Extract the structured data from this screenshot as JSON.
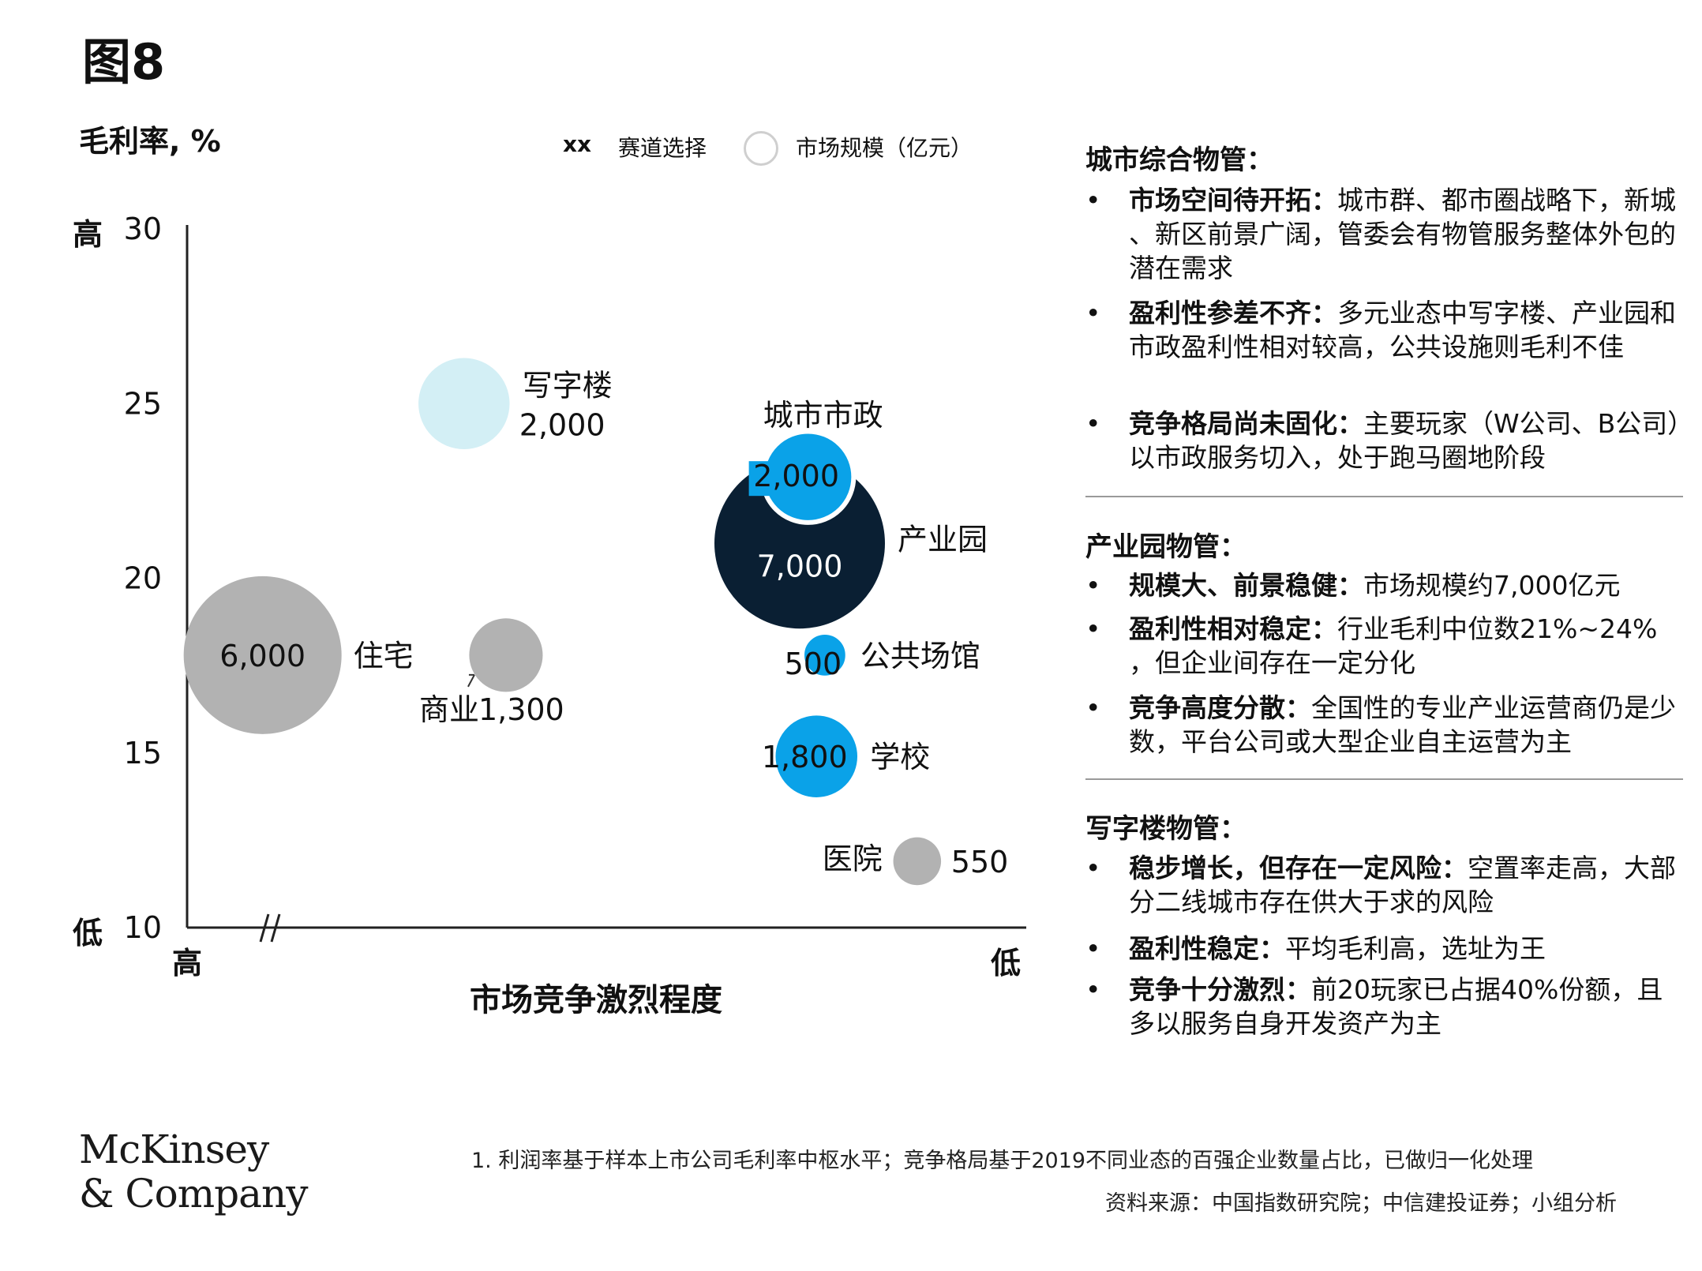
{
  "figure_title": "图8",
  "legend": {
    "track_marker": "xx",
    "track_label": "赛道选择",
    "size_label": "市场规模（亿元）"
  },
  "colors": {
    "dark_navy": "#0a1f33",
    "bright_blue": "#0aa2e8",
    "light_blue": "#d3eff5",
    "grey": "#b2b2b2",
    "legend_circle": "#cfcfcf"
  },
  "chart_data": {
    "type": "scatter",
    "subtype": "bubble",
    "ylabel": "毛利率, %",
    "xlabel": "市场竞争激烈程度",
    "ylim": [
      10,
      30
    ],
    "yticks": [
      30,
      25,
      20,
      15,
      10
    ],
    "y_high_label": "高",
    "y_low_label": "低",
    "x_high_label": "高",
    "x_low_label": "低",
    "xlim": [
      0,
      10
    ],
    "axis_break": true,
    "grid": false,
    "legend_position": "top-right",
    "points": [
      {
        "name": "写字楼",
        "x": 3.3,
        "y": 25.0,
        "size": 2000,
        "size_label": "2,000",
        "color": "light_blue"
      },
      {
        "name": "城市市政",
        "x": 7.4,
        "y": 22.9,
        "size": 2000,
        "size_label": "2,000",
        "color": "bright_blue"
      },
      {
        "name": "产业园",
        "x": 7.3,
        "y": 21.0,
        "size": 7000,
        "size_label": "7,000",
        "color": "dark_navy"
      },
      {
        "name": "住宅",
        "x": 0.9,
        "y": 17.8,
        "size": 6000,
        "size_label": "6,000",
        "color": "grey"
      },
      {
        "name": "商业",
        "x": 3.8,
        "y": 17.8,
        "size": 1300,
        "size_label": "1,300",
        "color": "grey"
      },
      {
        "name": "公共场馆",
        "x": 7.6,
        "y": 17.8,
        "size": 500,
        "size_label": "500",
        "color": "bright_blue"
      },
      {
        "name": "学校",
        "x": 7.5,
        "y": 14.9,
        "size": 1800,
        "size_label": "1,800",
        "color": "bright_blue"
      },
      {
        "name": "医院",
        "x": 8.7,
        "y": 11.9,
        "size": 550,
        "size_label": "550",
        "color": "grey"
      }
    ]
  },
  "sections": [
    {
      "title": "城市综合物管：",
      "bullets": [
        {
          "bold": "市场空间待开拓：",
          "text": "城市群、都市圈战略下，新城、新区前景广阔，管委会有物管服务整体外包的潜在需求"
        },
        {
          "bold": "盈利性参差不齐：",
          "text": "多元业态中写字楼、产业园和市政盈利性相对较高，公共设施则毛利不佳"
        },
        {
          "bold": "竞争格局尚未固化：",
          "text": "主要玩家（W公司、B公司）以市政服务切入，处于跑马圈地阶段"
        }
      ]
    },
    {
      "title": "产业园物管：",
      "bullets": [
        {
          "bold": "规模大、前景稳健：",
          "text": "市场规模约7,000亿元"
        },
        {
          "bold": "盈利性相对稳定：",
          "text": "行业毛利中位数21%~24%，但企业间存在一定分化"
        },
        {
          "bold": "竞争高度分散：",
          "text": "全国性的专业产业运营商仍是少数，平台公司或大型企业自主运营为主"
        }
      ]
    },
    {
      "title": "写字楼物管：",
      "bullets": [
        {
          "bold": "稳步增长，但存在一定风险：",
          "text": "空置率走高，大部分二线城市存在供大于求的风险"
        },
        {
          "bold": "盈利性稳定：",
          "text": "平均毛利高，选址为王"
        },
        {
          "bold": "竞争十分激烈：",
          "text": "前20玩家已占据40%份额，且多以服务自身开发资产为主"
        }
      ]
    }
  ],
  "footnote": "1.   利润率基于样本上市公司毛利率中枢水平；竞争格局基于2019不同业态的百强企业数量占比，已做归一化处理",
  "source": "资料来源：中国指数研究院；中信建投证券；小组分析",
  "logo": {
    "line1": "McKinsey",
    "line2": "& Company"
  }
}
